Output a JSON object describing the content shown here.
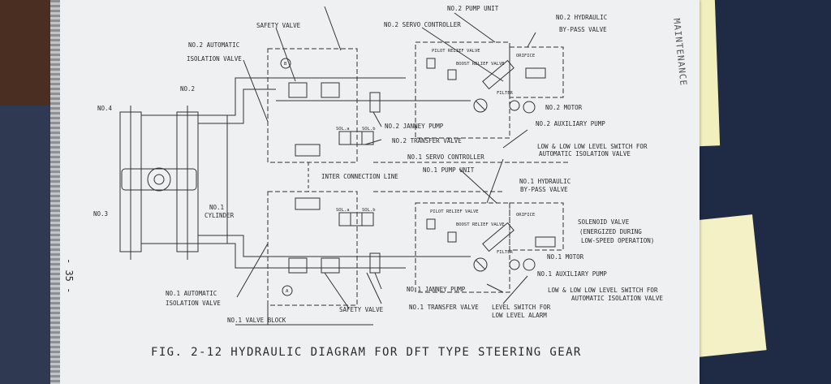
{
  "caption": "FIG. 2-12 HYDRAULIC DIAGRAM FOR DFT TYPE STEERING GEAR",
  "page_number": "- 35 -",
  "handwritten_note": "MAINTENANCE",
  "labels": {
    "no2_pump_unit": "NO.2 PUMP UNIT",
    "no2_hydraulic": "NO.2 HYDRAULIC",
    "bypass_valve_2": "BY-PASS VALVE",
    "safety_valve_top": "SAFETY VALVE",
    "no2_servo_controller": "NO.2 SERVO CONTROLLER",
    "no2_automatic": "NO.2 AUTOMATIC",
    "isolation_valve_top": "ISOLATION VALVE",
    "no2": "NO.2",
    "no4": "NO.4",
    "no2_motor": "NO.2 MOTOR",
    "no2_auxiliary_pump": "NO.2 AUXILIARY PUMP",
    "no2_janney_pump": "NO.2 JANNEY PUMP",
    "no2_transfer_valve": "NO.2 TRANSFER VALVE",
    "low_level_top_1": "LOW & LOW LOW LEVEL SWITCH FOR",
    "low_level_top_2": "AUTOMATIC ISOLATION VALVE",
    "no1_servo_controller": "NO.1 SERVO CONTROLLER",
    "no1_pump_unit": "NO.1 PUMP UNIT",
    "inter_connection_line": "INTER CONNECTION LINE",
    "no1_hydraulic": "NO.1 HYDRAULIC",
    "bypass_valve_1": "BY-PASS VALVE",
    "no1": "NO.1",
    "cylinder": "CYLINDER",
    "no3": "NO.3",
    "solenoid_valve": "SOLENOID VALVE",
    "energized_during": "(ENERGIZED DURING",
    "low_speed_operation": "LOW-SPEED OPERATION)",
    "no1_motor": "NO.1 MOTOR",
    "no1_auxiliary_pump": "NO.1 AUXILIARY PUMP",
    "low_level_bottom_1": "LOW & LOW LOW LEVEL SWITCH FOR",
    "low_level_bottom_2": "AUTOMATIC ISOLATION VALVE",
    "no1_automatic": "NO.1 AUTOMATIC",
    "isolation_valve_bottom": "ISOLATION VALVE",
    "safety_valve_bottom": "SAFETY VALVE",
    "no1_janney_pump": "NO.1 JANNEY PUMP",
    "no1_transfer_valve": "NO.1 TRANSFER VALVE",
    "level_switch_for": "LEVEL SWITCH FOR",
    "low_level_alarm": "LOW LEVEL ALARM",
    "no1_valve_block": "NO.1 VALVE BLOCK",
    "pilot_relief_valve_top": "PILOT RELIEF VALVE",
    "boost_relief_valve_top": "BOOST RELIEF VALVE",
    "orifice_top": "ORIFICE",
    "filter_top": "FILTER",
    "pilot_relief_valve_bottom": "PILOT RELIEF VALVE",
    "boost_relief_valve_bottom": "BOOST RELIEF VALVE",
    "orifice_bottom": "ORIFICE",
    "filter_bottom": "FILTER",
    "sol_a_top": "SOL.a",
    "sol_b_top": "SOL.b",
    "sol_a_bottom": "SOL.a",
    "sol_b_bottom": "SOL.b",
    "marker_b": "B",
    "marker_a": "A"
  }
}
